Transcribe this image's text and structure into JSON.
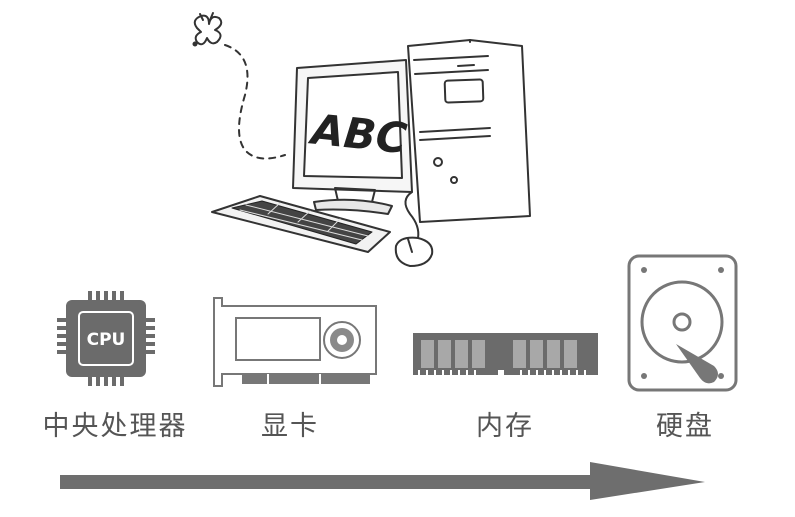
{
  "illustration": {
    "screen_text": "ABC",
    "cpu_chip_text": "CPU"
  },
  "components": [
    {
      "label": "中央处理器",
      "icon": "cpu-chip-icon"
    },
    {
      "label": "显卡",
      "icon": "graphics-card-icon"
    },
    {
      "label": "内存",
      "icon": "ram-stick-icon"
    },
    {
      "label": "硬盘",
      "icon": "hard-disk-icon"
    }
  ],
  "colors": {
    "icon_fill": "#6b6b6b",
    "icon_stroke": "#777777",
    "label": "#555555",
    "arrow": "#6e6e6e",
    "sketch": "#333333"
  }
}
